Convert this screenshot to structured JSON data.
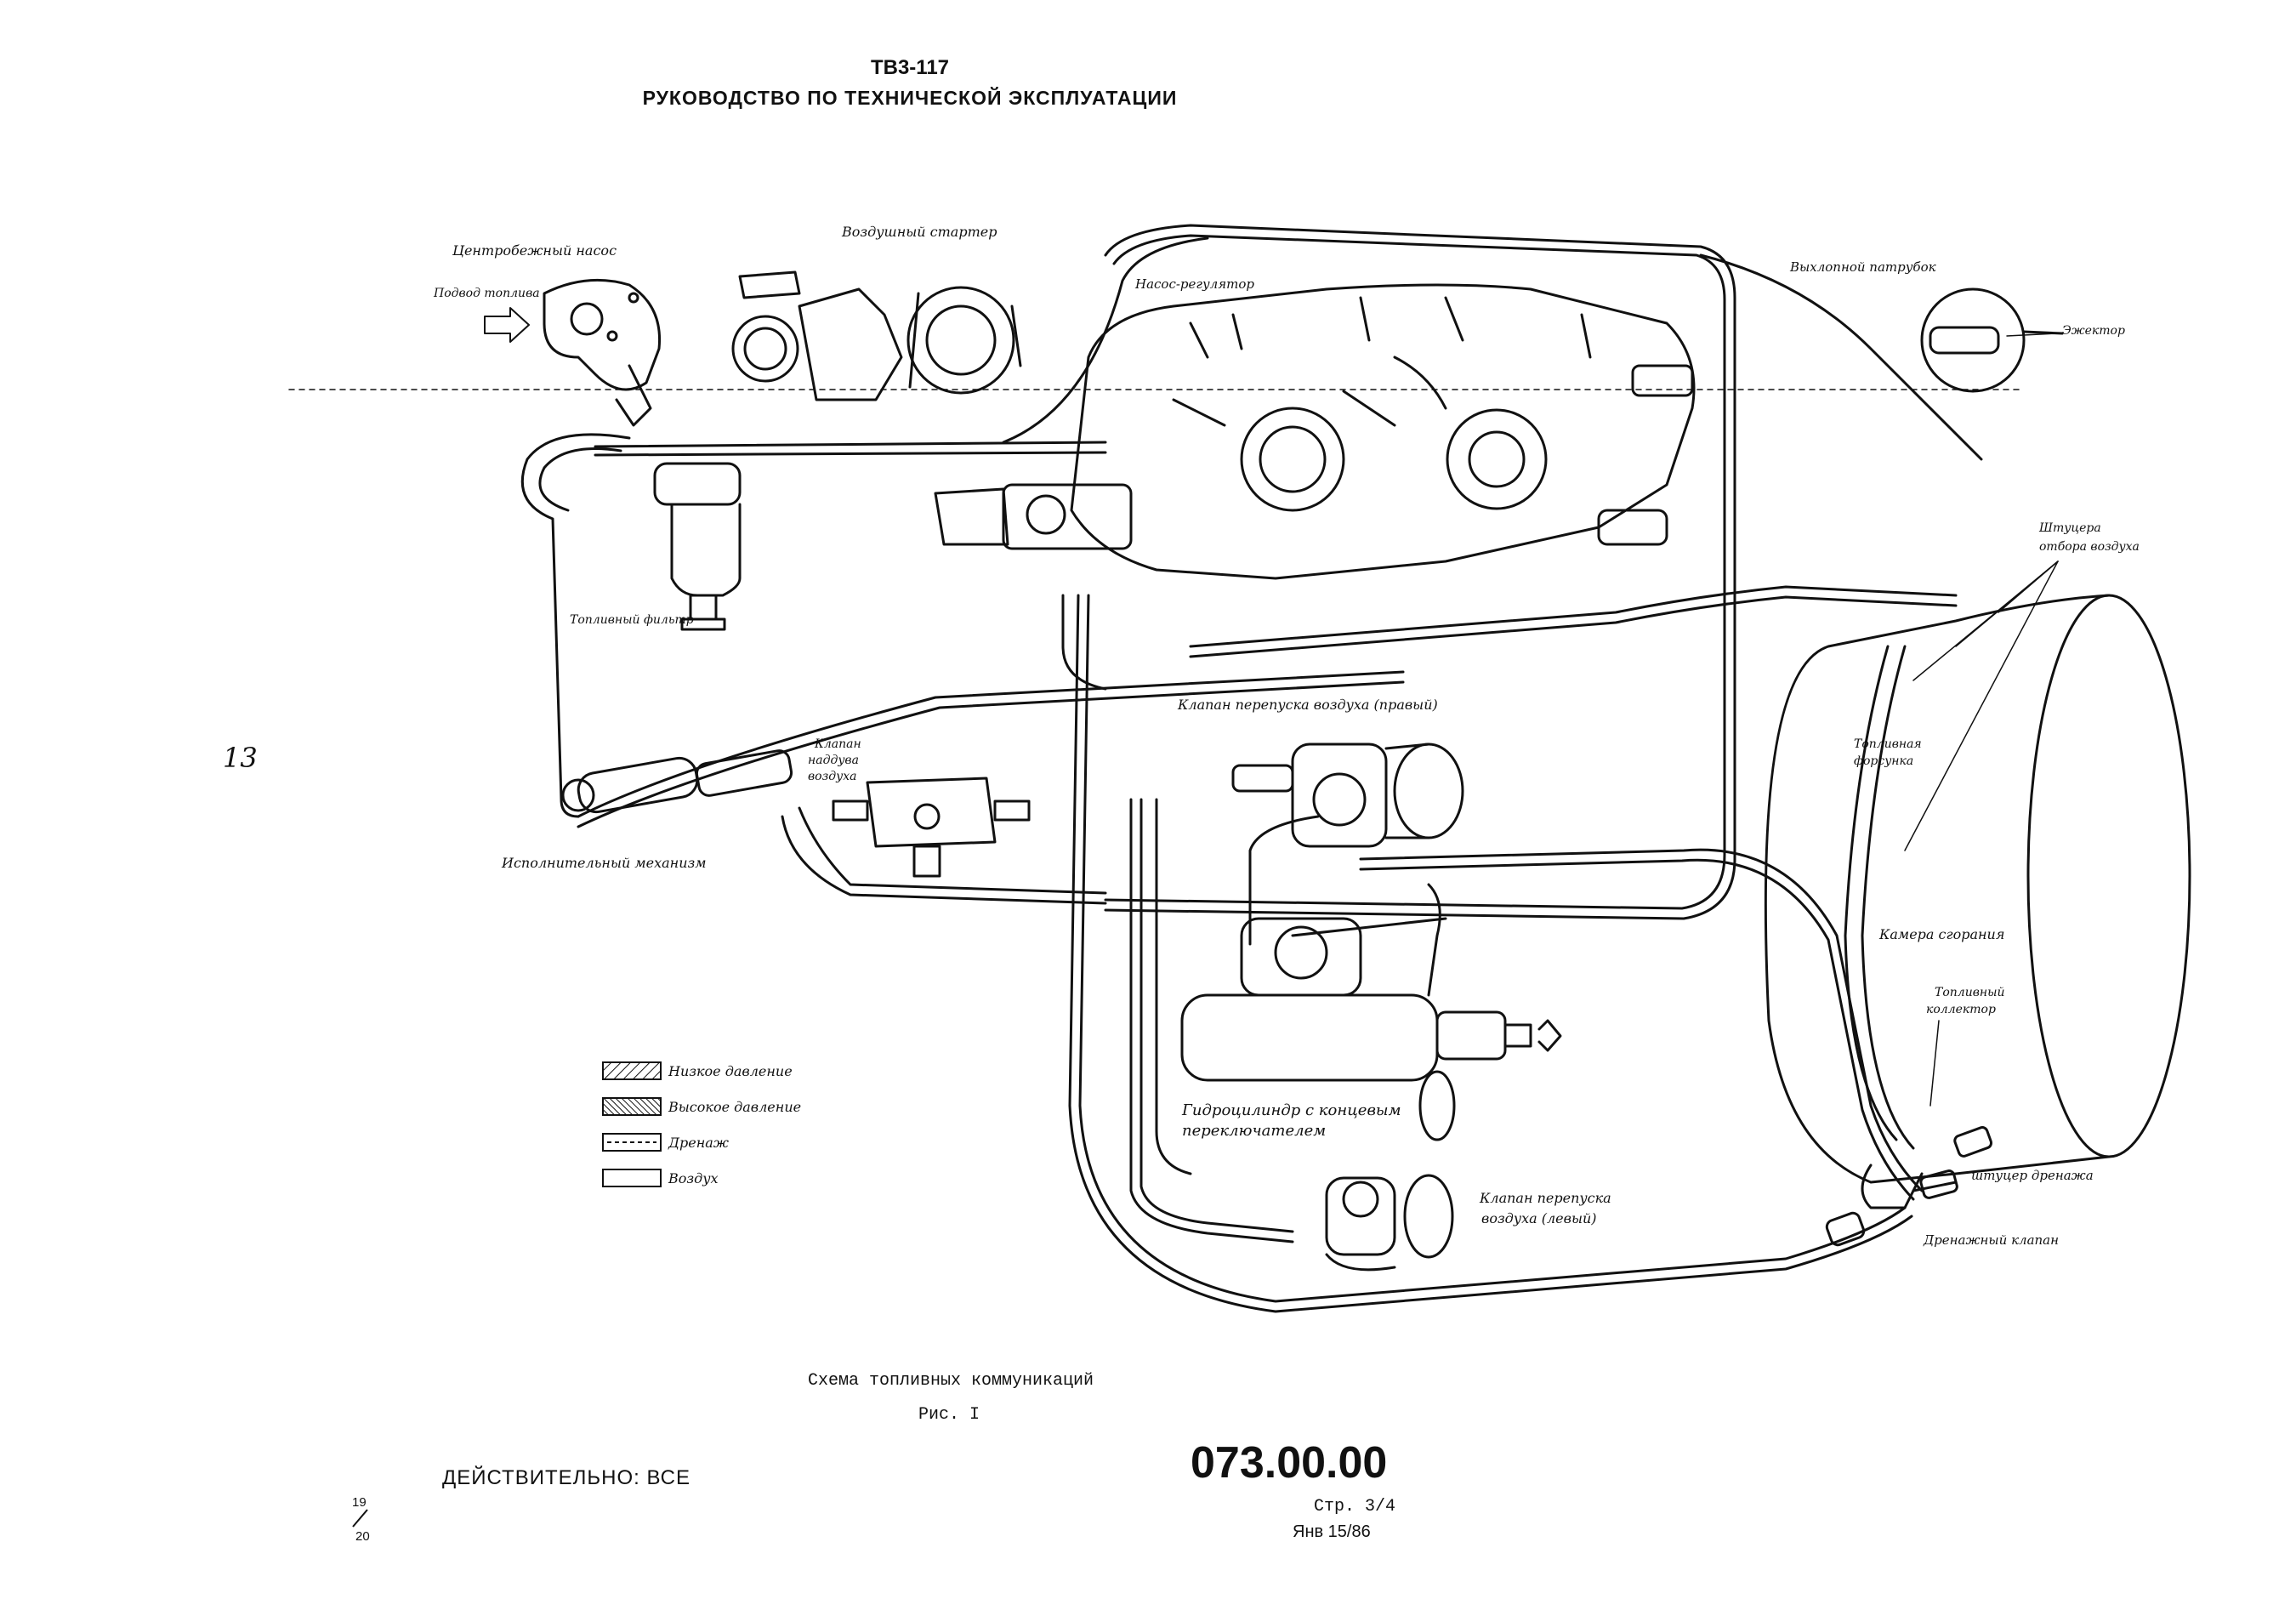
{
  "header": {
    "model": "ТВ3-117",
    "title": "РУКОВОДСТВО ПО ТЕХНИЧЕСКОЙ ЭКСПЛУАТАЦИИ"
  },
  "labels": {
    "centrifugal_pump": "Центробежный насос",
    "fuel_inlet": "Подвод топлива",
    "air_starter": "Воздушный стартер",
    "pump_regulator": "Насос-регулятор",
    "exhaust_pipe": "Выхлопной патрубок",
    "ejector": "Эжектор",
    "fuel_filter": "Топливный фильтр",
    "air_bleed_fittings_1": "Штуцера",
    "air_bleed_fittings_2": "отбора воздуха",
    "air_bypass_valve_right": "Клапан перепуска воздуха (правый)",
    "boost_valve_1": "Клапан",
    "boost_valve_2": "наддува",
    "boost_valve_3": "воздуха",
    "fuel_nozzle_1": "Топливная",
    "fuel_nozzle_2": "форсунка",
    "actuator": "Исполнительный механизм",
    "combustion_chamber": "Камера сгорания",
    "fuel_manifold_1": "Топливный",
    "fuel_manifold_2": "коллектор",
    "hydrocylinder_1": "Гидроцилиндр с концевым",
    "hydrocylinder_2": "переключателем",
    "drain_fitting": "штуцер дренажа",
    "air_bypass_valve_left_1": "Клапан перепуска",
    "air_bypass_valve_left_2": "воздуха (левый)",
    "drain_valve": "Дренажный клапан"
  },
  "legend": [
    {
      "label": "Низкое давление",
      "pattern": "hatch-light"
    },
    {
      "label": "Высокое давление",
      "pattern": "hatch-dense"
    },
    {
      "label": "Дренаж",
      "pattern": "dashed"
    },
    {
      "label": "Воздух",
      "pattern": "empty"
    }
  ],
  "caption": {
    "title": "Схема топливных коммуникаций",
    "figure": "Рис. I"
  },
  "footer": {
    "effectivity": "ДЕЙСТВИТЕЛЬНО: ВСЕ",
    "doc_number": "073.00.00",
    "page": "Стр. 3/4",
    "date": "Янв 15/86",
    "handwritten_13": "13",
    "page_fraction_top": "19",
    "page_fraction_bottom": "20"
  },
  "colors": {
    "ink": "#111111",
    "paper": "#ffffff"
  }
}
